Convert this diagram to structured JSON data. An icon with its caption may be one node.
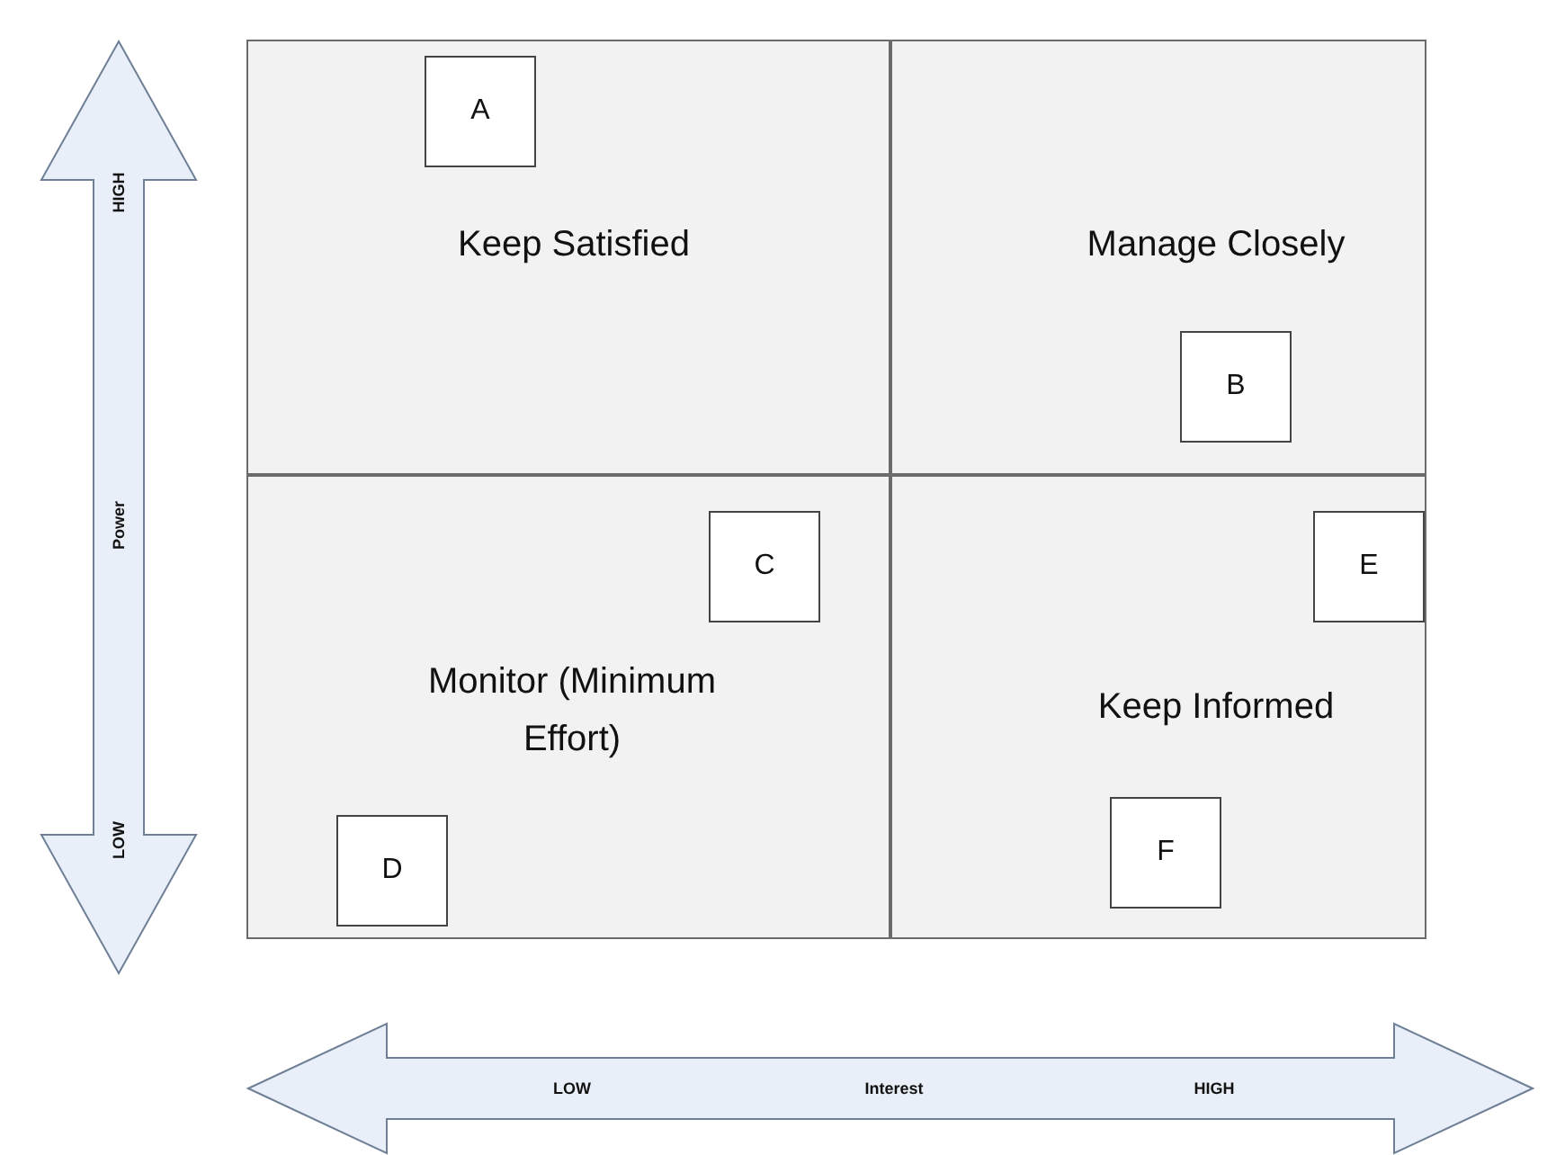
{
  "diagram": {
    "nodes": [
      {
        "text": [
          "HIGH",
          "Power",
          "LOW"
        ]
      },
      {
        "text": [
          "Keep Satisfied"
        ]
      },
      {
        "text": [
          "A"
        ],
        "in": 1
      },
      {
        "text": [
          "Manage Closely"
        ]
      },
      {
        "text": [
          "B"
        ],
        "in": 3
      },
      {
        "text": [
          "Monitor (Minimum Effort)"
        ]
      },
      {
        "text": [
          "C"
        ],
        "in": 5
      },
      {
        "text": [
          "D"
        ],
        "in": 5
      },
      {
        "text": [
          "Keep Informed"
        ]
      },
      {
        "text": [
          "E"
        ],
        "in": 8
      },
      {
        "text": [
          "F"
        ],
        "in": 8
      },
      {
        "text": [
          "LOW",
          "Interest",
          "HIGH"
        ]
      }
    ]
  }
}
